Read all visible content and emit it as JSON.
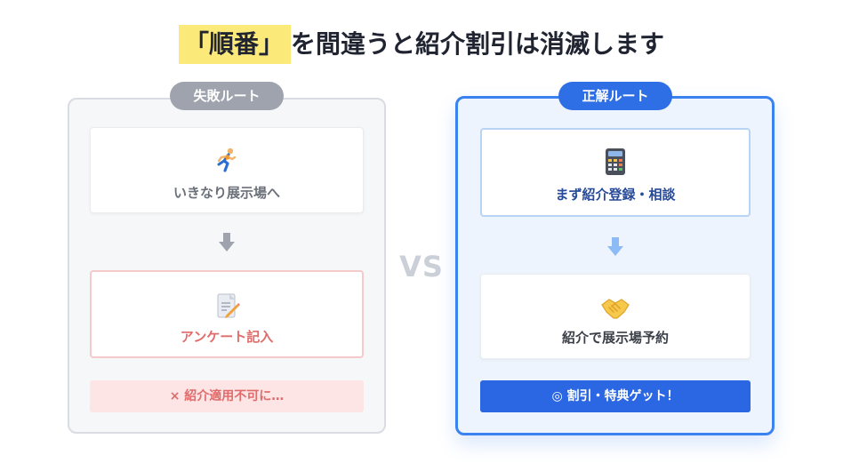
{
  "title": {
    "highlight": "「順番」",
    "rest": "を間違うと紹介割引は消滅します"
  },
  "fail_route": {
    "label": "失敗ルート",
    "step1": {
      "icon": "running-person-icon",
      "text": "いきなり展示場へ"
    },
    "step2": {
      "icon": "memo-pencil-icon",
      "text": "アンケート記入"
    },
    "result": "× 紹介適用不可に…"
  },
  "correct_route": {
    "label": "正解ルート",
    "step1": {
      "icon": "calculator-icon",
      "text": "まず紹介登録・相談"
    },
    "step2": {
      "icon": "handshake-icon",
      "text": "紹介で展示場予約"
    },
    "result": "◎ 割引・特典ゲット！"
  },
  "vs": "VS",
  "colors": {
    "fail_accent": "#e06b6b",
    "correct_accent": "#2f6fe6",
    "highlight": "#fbe97a"
  }
}
